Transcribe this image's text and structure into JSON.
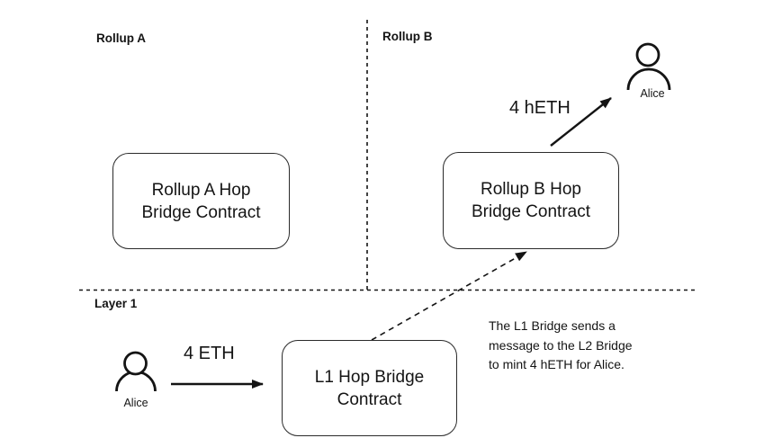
{
  "diagram": {
    "regions": {
      "rollup_a_label": "Rollup A",
      "rollup_b_label": "Rollup B",
      "layer_1_label": "Layer 1"
    },
    "boxes": {
      "rollup_a": {
        "line1": "Rollup A Hop",
        "line2": "Bridge Contract"
      },
      "rollup_b": {
        "line1": "Rollup B Hop",
        "line2": "Bridge Contract"
      },
      "l1": {
        "line1": "L1 Hop Bridge",
        "line2": "Contract"
      }
    },
    "actors": {
      "alice_rollup_b_label": "Alice",
      "alice_layer_1_label": "Alice"
    },
    "flows": {
      "mint_label": "4 hETH",
      "deposit_label": "4 ETH"
    },
    "annotation": {
      "line1": "The L1 Bridge sends a",
      "line2": "message to the L2 Bridge",
      "line3": "to mint 4 hETH for Alice."
    },
    "colors": {
      "stroke": "#141414",
      "background": "#ffffff"
    }
  }
}
